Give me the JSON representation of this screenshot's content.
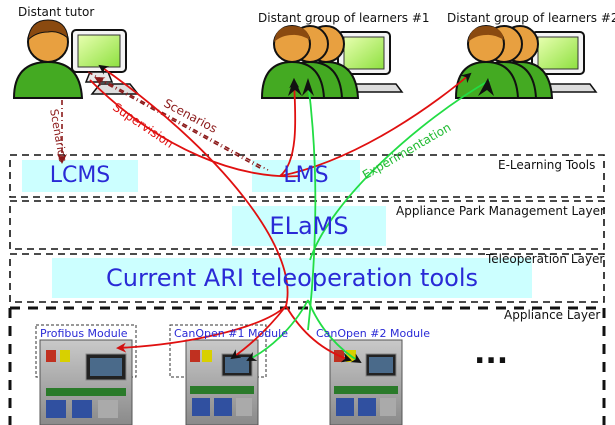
{
  "actors": {
    "tutor": "Distant tutor",
    "group1": "Distant group of learners #1",
    "group2": "Distant group of learners #2"
  },
  "tools": {
    "lcms": "LCMS",
    "lms": "LMS",
    "elams": "ELaMS",
    "ari": "Current ARI teleoperation tools"
  },
  "layers": {
    "elearning": "E-Learning Tools",
    "appliance_park": "Appliance Park Management Layer",
    "teleoperation": "Teleoperation Layer",
    "appliance": "Appliance  Layer"
  },
  "modules": {
    "profibus": "Profibus Module",
    "canopen1": "CanOpen #1 Module",
    "canopen2": "CanOpen #2 Module",
    "more": "..."
  },
  "flows": {
    "scenarios_left": "Scenarios",
    "scenarios_diag": "Scenarios",
    "supervision": "Supervision",
    "experimentation": "Experimentation"
  },
  "colors": {
    "box_fill": "#ccffff",
    "box_text": "#2a2ad6",
    "red_flow": "#e01010",
    "green_flow": "#22dd44",
    "dark_red_dashed": "#8b1a1a",
    "person_skin": "#e8a040",
    "person_body": "#44aa22",
    "screen_green": "#c8ff70"
  }
}
